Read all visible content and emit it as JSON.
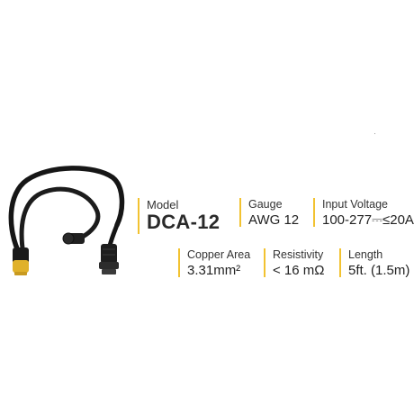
{
  "specs": {
    "model": {
      "label": "Model",
      "value": "DCA-12"
    },
    "gauge": {
      "label": "Gauge",
      "value": "AWG 12"
    },
    "voltage": {
      "label": "Input Voltage",
      "value": "100-277⎓≤20A"
    },
    "copper": {
      "label": "Copper Area",
      "value": "3.31mm²"
    },
    "resistivity": {
      "label": "Resistivity",
      "value": "< 16 mΩ"
    },
    "length": {
      "label": "Length",
      "value": "5ft. (1.5m)"
    }
  },
  "colors": {
    "accent": "#f2c230",
    "cable": "#1a1a1a",
    "connector": "#e0b12a",
    "text": "#222222"
  },
  "icons": {
    "product": "cable-image"
  }
}
